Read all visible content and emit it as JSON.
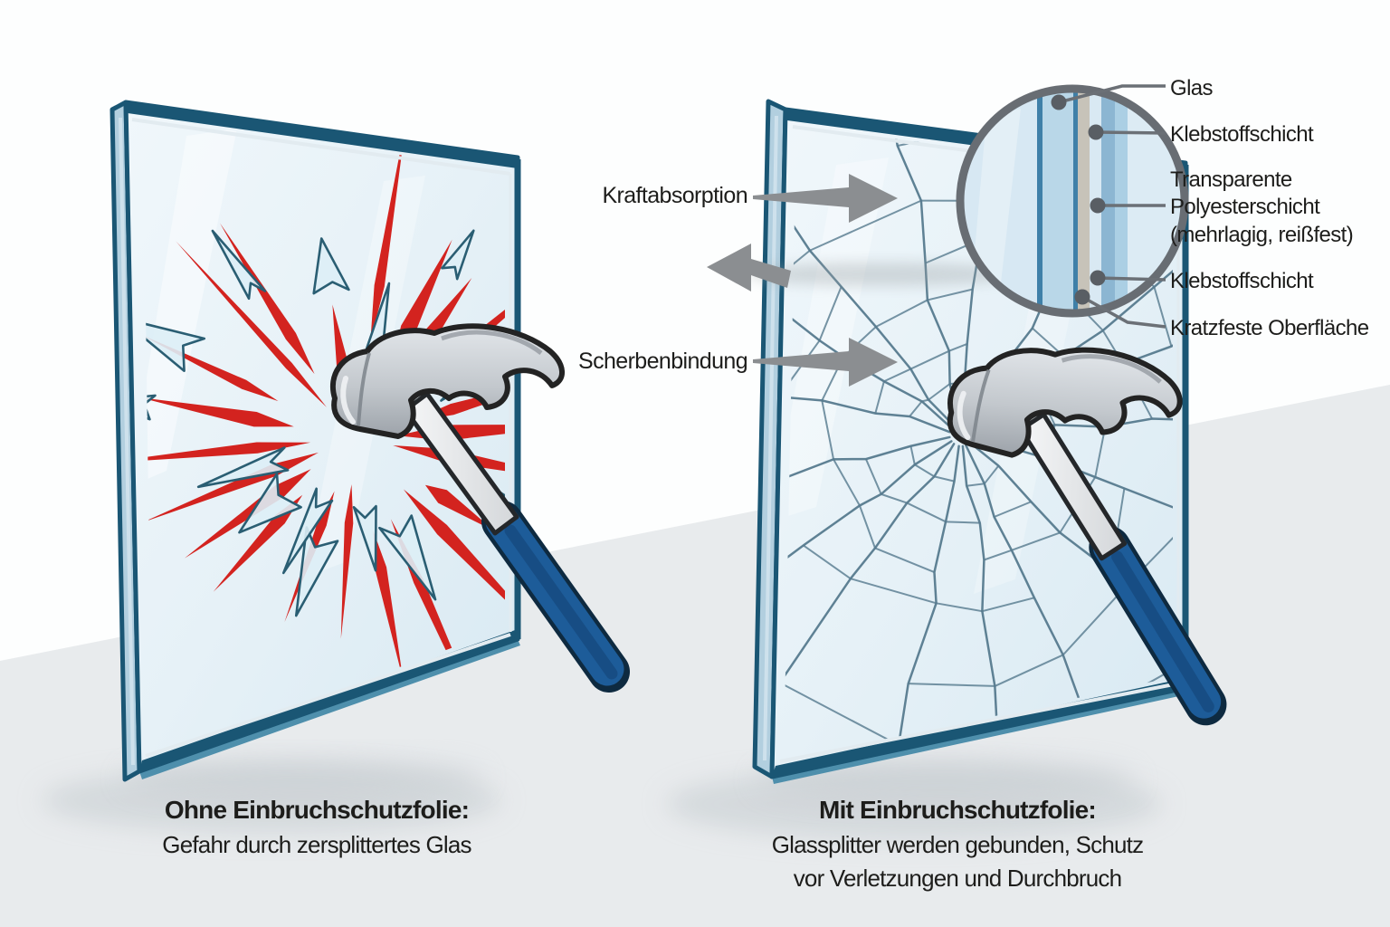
{
  "left_panel": {
    "caption_bold": "Ohne Einbruchschutzfolie:",
    "caption_text": "Gefahr durch zersplittertes Glas"
  },
  "right_panel": {
    "caption_bold": "Mit Einbruchschutzfolie:",
    "caption_text_1": "Glassplitter werden gebunden, Schutz",
    "caption_text_2": "vor Verletzungen und Durchbruch",
    "arrow_label_top": "Kraftabsorption",
    "arrow_label_bottom": "Scherbenbindung"
  },
  "layer_callouts": {
    "glas": "Glas",
    "klebstoff_1": "Klebstoffschicht",
    "polyester_line1": "Transparente",
    "polyester_line2": "Polyesterschicht",
    "polyester_line3": "(mehrlagig, reißfest)",
    "klebstoff_2": "Klebstoffschicht",
    "kratzfest": "Kratzfeste Oberfläche"
  },
  "colors": {
    "impact_red": "#d3231f",
    "frame_navy": "#1a5674",
    "glass_light": "#e7f1f8",
    "handle_blue": "#1d5c99",
    "arrow_gray": "#8b8e91",
    "floor_gray": "#e8ebed",
    "crack_blue": "#567a8e",
    "text_dark": "#1d1d1b"
  }
}
